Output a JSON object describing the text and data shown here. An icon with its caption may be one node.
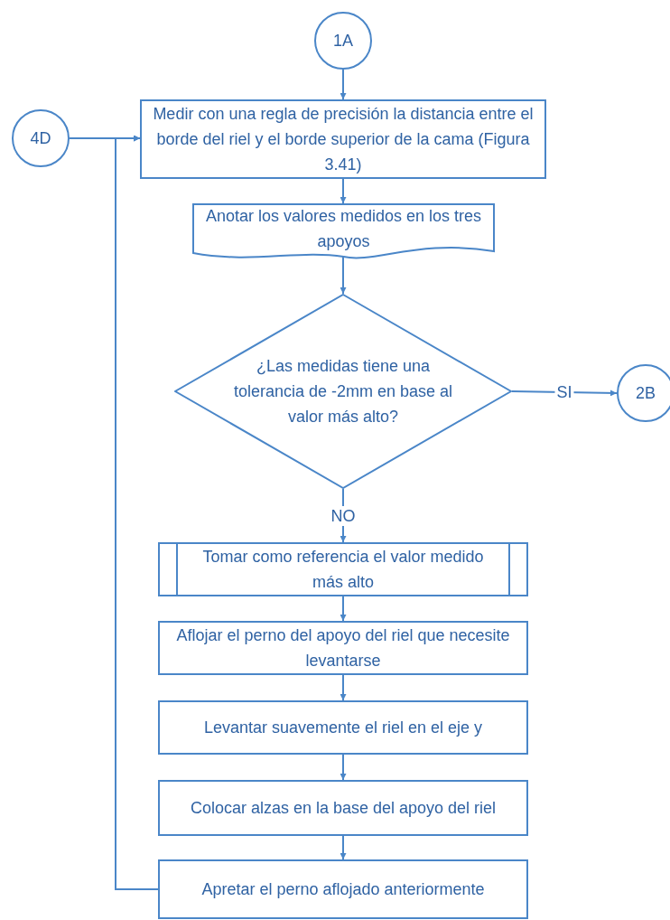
{
  "diagram": {
    "nodes": [
      {
        "text": [
          "1A"
        ]
      },
      {
        "text": [
          "Medir con una regla de precisión la distancia entre el borde del riel y el borde superior de la cama (Figura 3.41)"
        ]
      },
      {
        "text": [
          "Anotar los valores medidos en los tres apoyos"
        ]
      },
      {
        "text": [
          "¿Las medidas tiene una tolerancia de -2mm en base al valor más alto?"
        ]
      },
      {
        "text": [
          "2B"
        ]
      },
      {
        "text": [
          "Tomar como referencia el valor medido más alto"
        ]
      },
      {
        "text": [
          "Aflojar el perno del apoyo del riel que necesite levantarse"
        ]
      },
      {
        "text": [
          "Levantar suavemente el riel en el eje y"
        ]
      },
      {
        "text": [
          "Colocar alzas en la base del apoyo del riel"
        ]
      },
      {
        "text": [
          "Apretar el perno aflojado anteriormente"
        ]
      },
      {
        "text": [
          "4D"
        ]
      }
    ],
    "edges": [
      {
        "from": 0,
        "to": 1,
        "arrow": "to"
      },
      {
        "from": 1,
        "to": 2,
        "arrow": "to"
      },
      {
        "from": 2,
        "to": 3,
        "arrow": "to"
      },
      {
        "from": 3,
        "to": 4,
        "arrow": "to",
        "label": "SI"
      },
      {
        "from": 3,
        "to": 5,
        "arrow": "to",
        "label": "NO"
      },
      {
        "from": 5,
        "to": 6,
        "arrow": "to"
      },
      {
        "from": 6,
        "to": 7,
        "arrow": "to"
      },
      {
        "from": 7,
        "to": 8,
        "arrow": "to"
      },
      {
        "from": 8,
        "to": 9,
        "arrow": "to"
      },
      {
        "from": 10,
        "to": 1,
        "arrow": "to"
      },
      {
        "from": 9,
        "to": 1,
        "arrow": "to"
      }
    ]
  }
}
